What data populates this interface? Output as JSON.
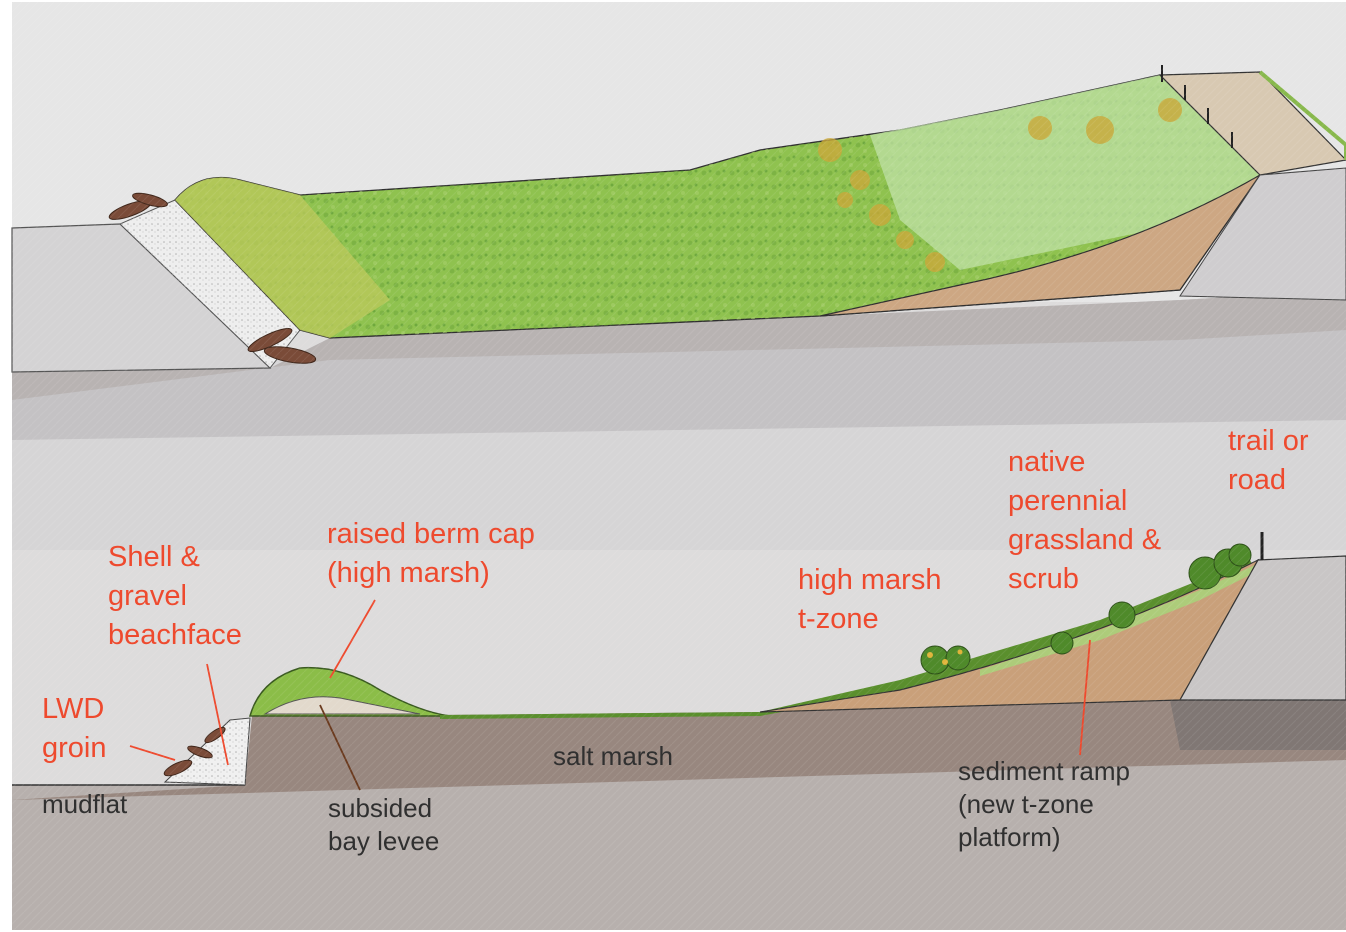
{
  "colors": {
    "label_red": "#ee4a2e",
    "label_black": "#303030",
    "paper": "#dcdcdc",
    "ground": "#8a7a72",
    "marsh_green": "#8ec24e",
    "sediment": "#c49f7c"
  },
  "labels": {
    "lwd_groin": [
      "LWD",
      "groin"
    ],
    "shell_gravel": [
      "Shell &",
      "gravel",
      "beachface"
    ],
    "berm_cap": [
      "raised berm cap",
      "(high marsh)"
    ],
    "high_marsh_tzone": [
      "high marsh",
      "t-zone"
    ],
    "native_grassland": [
      "native",
      "perennial",
      "grassland &",
      "scrub"
    ],
    "trail_road": [
      "trail or",
      "road"
    ],
    "mudflat": [
      "mudflat"
    ],
    "subsided_levee": [
      "subsided",
      "bay levee"
    ],
    "salt_marsh": [
      "salt marsh"
    ],
    "sediment_ramp": [
      "sediment ramp",
      "(new t-zone",
      "platform)"
    ]
  }
}
